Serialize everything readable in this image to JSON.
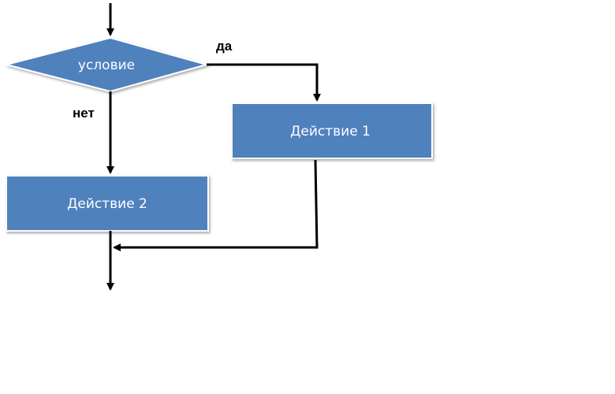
{
  "diagram": {
    "decision": {
      "label": "условие"
    },
    "action1": {
      "label": "Действие 1"
    },
    "action2": {
      "label": "Действие 2"
    },
    "yes_label": "да",
    "no_label": "нет"
  },
  "colors": {
    "shape_fill": "#4f81bd",
    "shape_border": "#ffffff",
    "text": "#ffffff",
    "connector": "#000000"
  }
}
